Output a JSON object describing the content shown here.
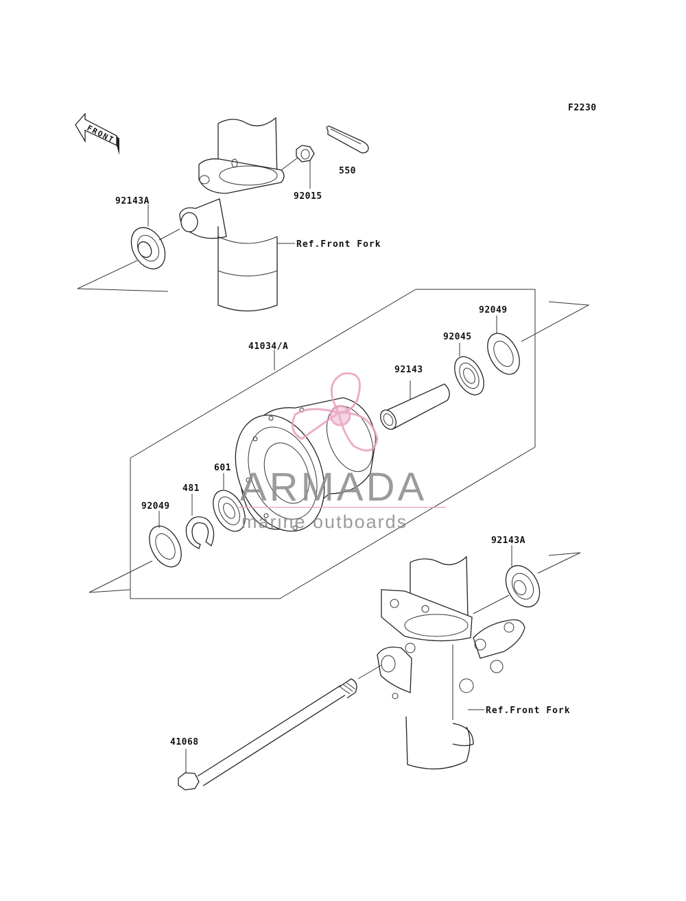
{
  "diagram": {
    "figure_code": "F2230",
    "front_label": "FRONT",
    "parts": {
      "p550": "550",
      "p92015": "92015",
      "p92143A_top": "92143A",
      "p41034A": "41034/A",
      "p92049_right": "92049",
      "p92045": "92045",
      "p92143": "92143",
      "p601": "601",
      "p481": "481",
      "p92049_left": "92049",
      "p92143A_bottom": "92143A",
      "p41068": "41068"
    },
    "refs": {
      "front_fork_top": "Ref.Front Fork",
      "front_fork_bottom": "Ref.Front Fork"
    }
  },
  "watermark": {
    "brand": "ARMADA",
    "tagline": "marine outboards",
    "colors": {
      "logo": "#e8a0bf",
      "text": "#8a8a8a"
    }
  }
}
